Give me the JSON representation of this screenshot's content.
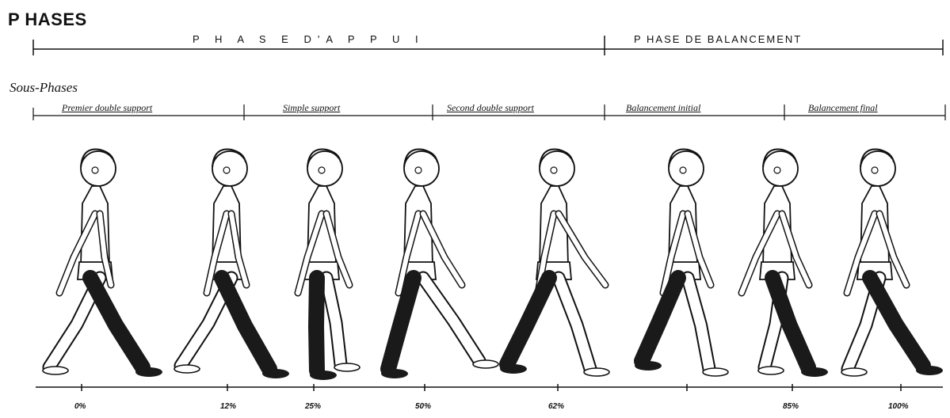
{
  "title": "P HASES",
  "phases": [
    {
      "label": "P H A S E   D'A P P U I"
    },
    {
      "label": "P HASE DE BALANCEMENT"
    }
  ],
  "subphases_title": "Sous-Phases",
  "subphases": [
    {
      "label": "Premier double support"
    },
    {
      "label": "Simple support"
    },
    {
      "label": "Second double support"
    },
    {
      "label": "Balancement initial"
    },
    {
      "label": "Balancement final"
    }
  ],
  "percentages": [
    "0%",
    "12%",
    "25%",
    "50%",
    "62%",
    "85%",
    "100%"
  ],
  "colors": {
    "line": "#111111",
    "shade": "#1a1a1a"
  }
}
